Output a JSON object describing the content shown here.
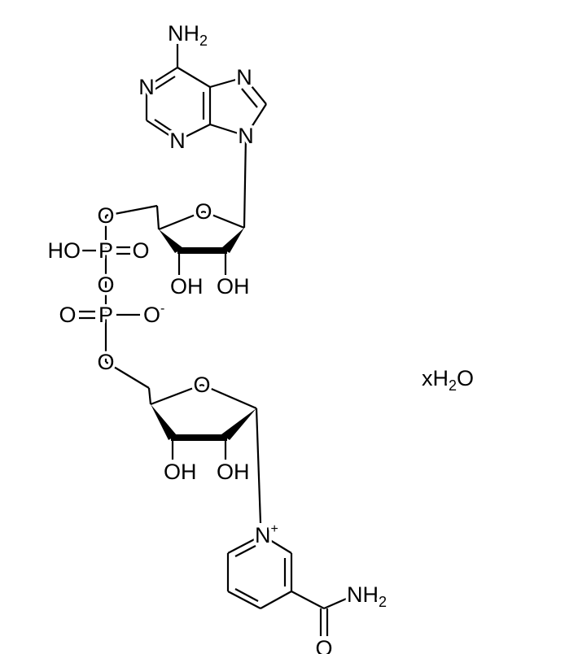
{
  "molecule": {
    "adenine": {
      "amine": "NH",
      "amine_sub": "2",
      "n1": "N",
      "n3": "N",
      "n7": "N",
      "n9": "N"
    },
    "ribose_upper": {
      "ring_o": "O",
      "oh_3": "OH",
      "oh_2": "OH"
    },
    "phosphate": {
      "o5_upper": "O",
      "ho": "HO",
      "p1": "P",
      "p1_oxo": "O",
      "bridge_o": "O",
      "p2": "P",
      "p2_oxo": "O",
      "p2_anion": "O",
      "p2_anion_charge": "-",
      "o5_lower": "O"
    },
    "ribose_lower": {
      "ring_o": "O",
      "oh_3": "OH",
      "oh_2": "OH"
    },
    "nicotinamide": {
      "n_plus": "N",
      "n_charge": "+",
      "amide_n": "NH",
      "amide_sub": "2",
      "amide_o": "O"
    },
    "hydrate": {
      "x": "xH",
      "sub": "2",
      "o": "O"
    }
  },
  "colors": {
    "ink": "#000000",
    "background": "#ffffff"
  }
}
